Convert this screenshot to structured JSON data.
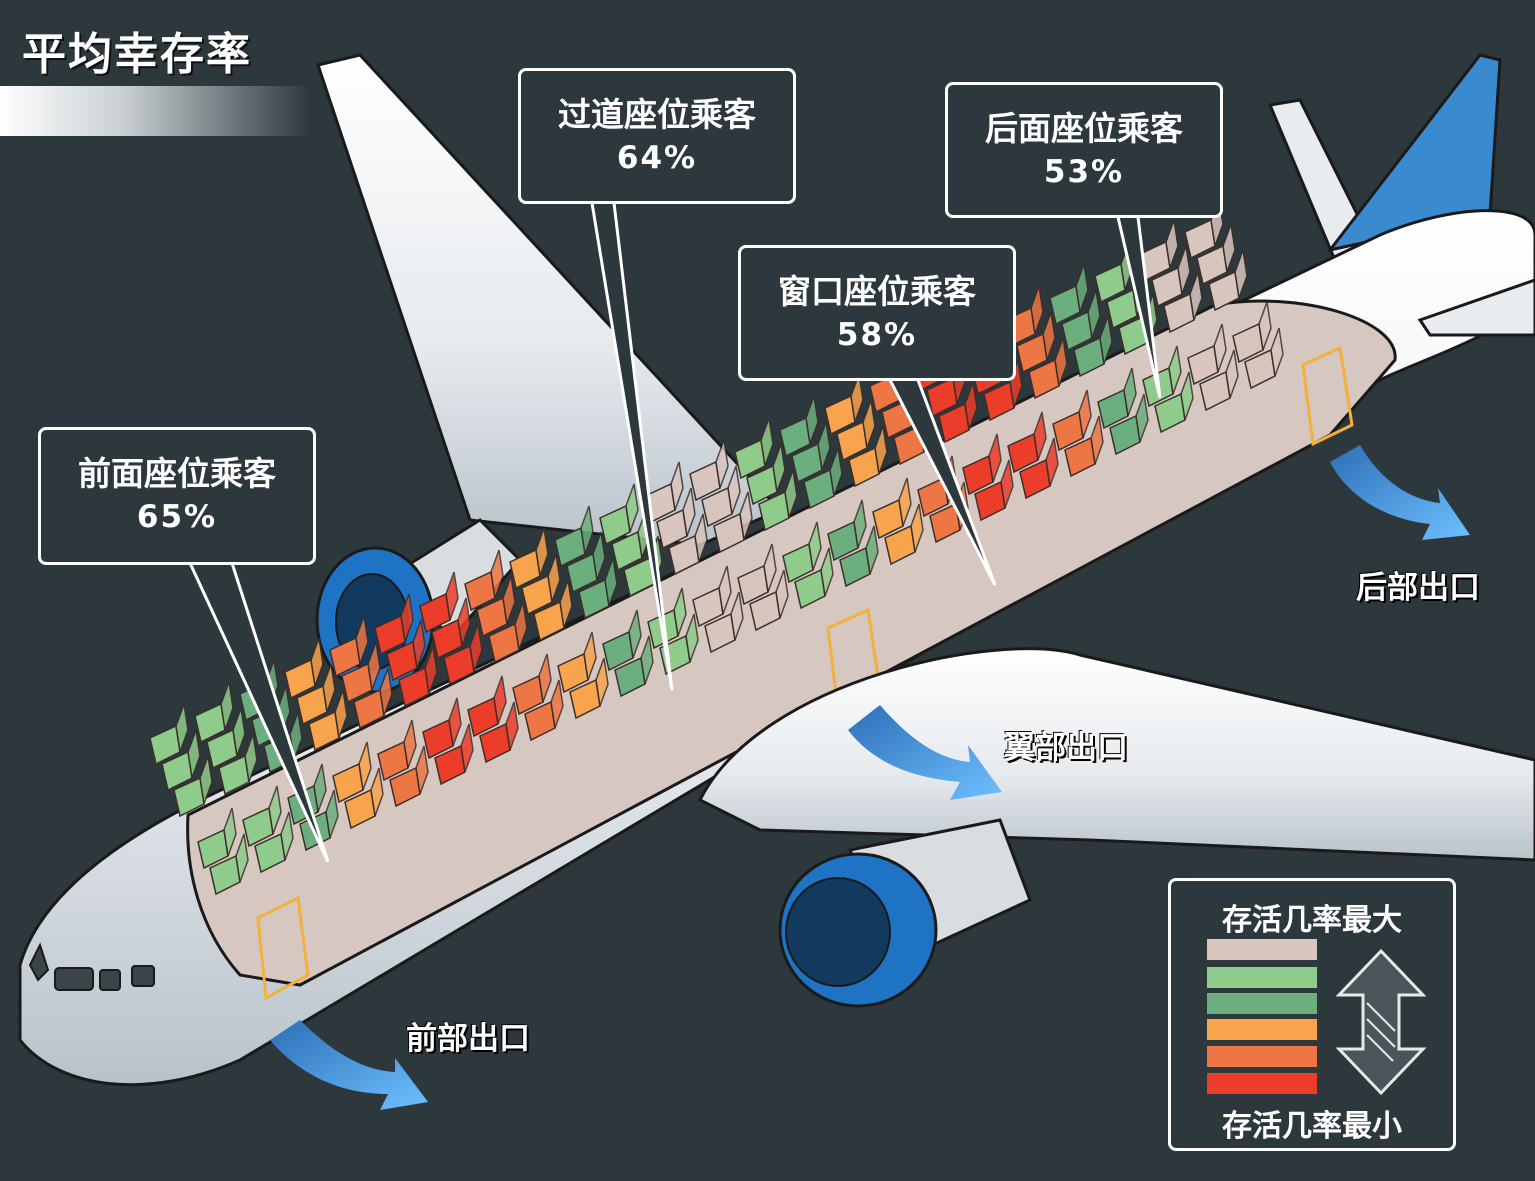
{
  "title": "平均幸存率",
  "callouts": {
    "front": {
      "label": "前面座位乘客",
      "value": "65%"
    },
    "aisle": {
      "label": "过道座位乘客",
      "value": "64%"
    },
    "window": {
      "label": "窗口座位乘客",
      "value": "58%"
    },
    "rear": {
      "label": "后面座位乘客",
      "value": "53%"
    }
  },
  "exits": {
    "front": "前部出口",
    "wing": "翼部出口",
    "rear": "后部出口"
  },
  "legend": {
    "max_label": "存活几率最大",
    "min_label": "存活几率最小",
    "colors": [
      "#d8c5bd",
      "#8fcb8a",
      "#6aaf7d",
      "#f8a44d",
      "#ee7544",
      "#ec3d2b"
    ]
  },
  "colors": {
    "background": "#2d383d",
    "fuselage": "#f0f2f4",
    "engine": "#1f73c4",
    "tail": "#3a8ad0",
    "arrow": "#4a9ee8",
    "door": "#f3b13c"
  }
}
